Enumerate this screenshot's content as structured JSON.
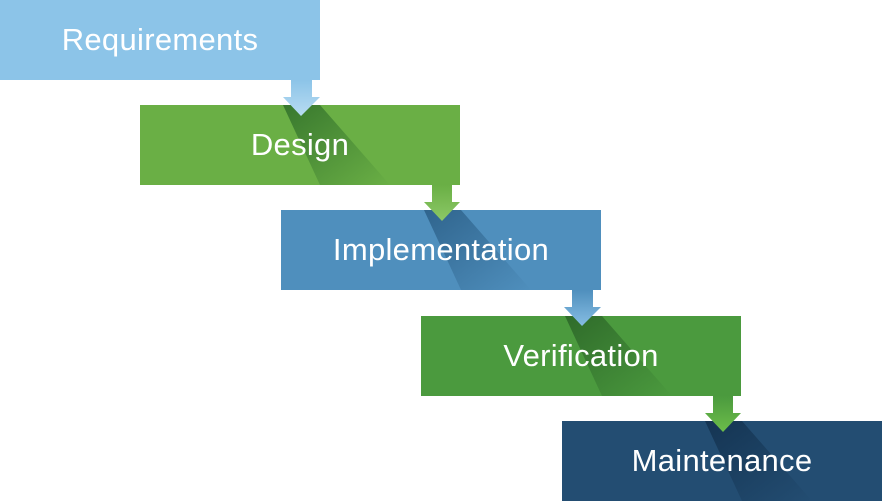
{
  "diagram": {
    "stages": [
      {
        "label": "Requirements",
        "color": "#8cc4e8"
      },
      {
        "label": "Design",
        "color": "#6aaf45"
      },
      {
        "label": "Implementation",
        "color": "#4f8fbd"
      },
      {
        "label": "Verification",
        "color": "#4b9a3e"
      },
      {
        "label": "Maintenance",
        "color": "#234d72"
      }
    ]
  }
}
